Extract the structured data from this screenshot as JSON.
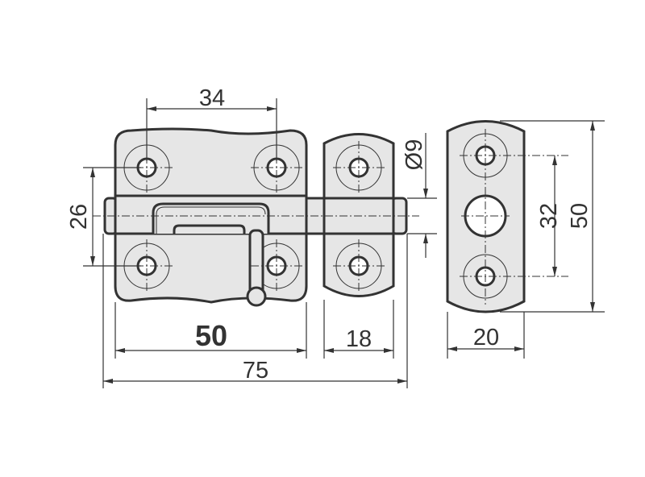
{
  "drawing": {
    "title": "Barrel bolt technical drawing",
    "dimensions": {
      "hole_spacing_horizontal": "34",
      "hole_spacing_vertical": "26",
      "bolt_diameter": "Ø9",
      "strike_hole_spacing": "32",
      "strike_height": "50",
      "plate_width": "50",
      "keeper_width": "18",
      "overall_length": "75",
      "strike_width": "20"
    },
    "colors": {
      "fill": "#e6e6e6",
      "line": "#333333"
    }
  }
}
